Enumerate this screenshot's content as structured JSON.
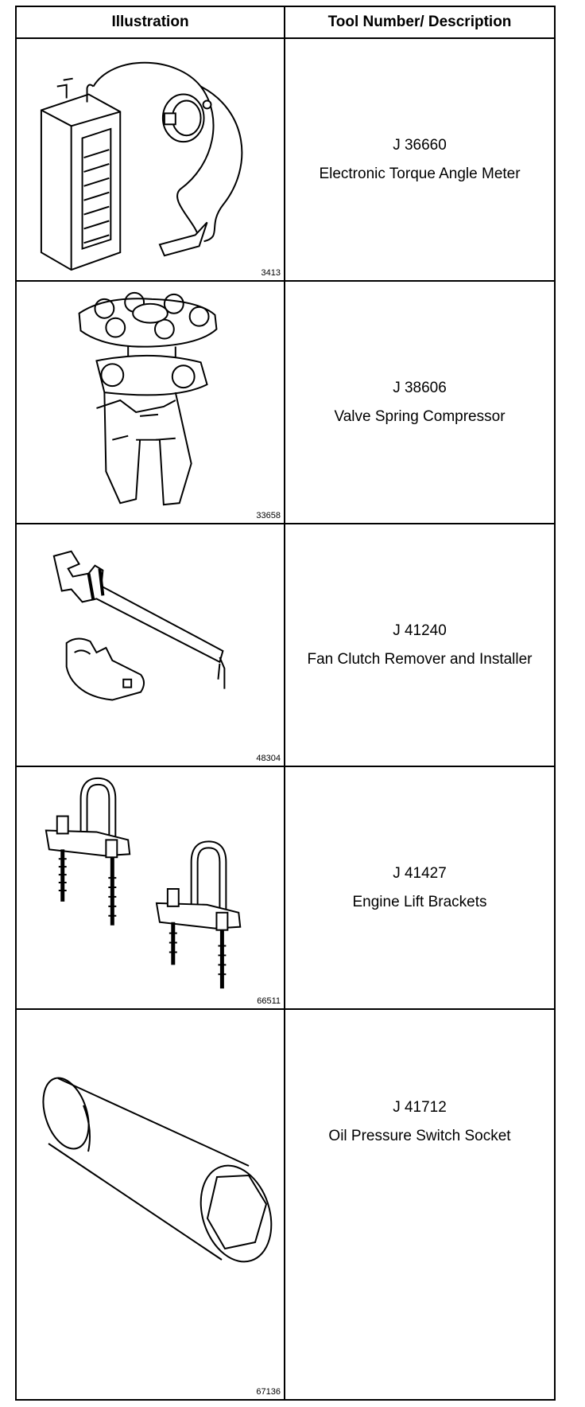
{
  "header": {
    "col1": "Illustration",
    "col2": "Tool Number/ Description"
  },
  "rows": [
    {
      "tool_number": "J 36660",
      "description": "Electronic Torque Angle Meter",
      "illustration_code": "3413",
      "icon": "torque-angle-meter-icon"
    },
    {
      "tool_number": "J 38606",
      "description": "Valve Spring Compressor",
      "illustration_code": "33658",
      "icon": "valve-spring-compressor-icon"
    },
    {
      "tool_number": "J 41240",
      "description": "Fan Clutch Remover and Installer",
      "illustration_code": "48304",
      "icon": "fan-clutch-wrench-icon"
    },
    {
      "tool_number": "J 41427",
      "description": "Engine Lift Brackets",
      "illustration_code": "66511",
      "icon": "lift-bracket-icon"
    },
    {
      "tool_number": "J 41712",
      "description": "Oil Pressure Switch Socket",
      "illustration_code": "67136",
      "icon": "socket-icon"
    }
  ]
}
